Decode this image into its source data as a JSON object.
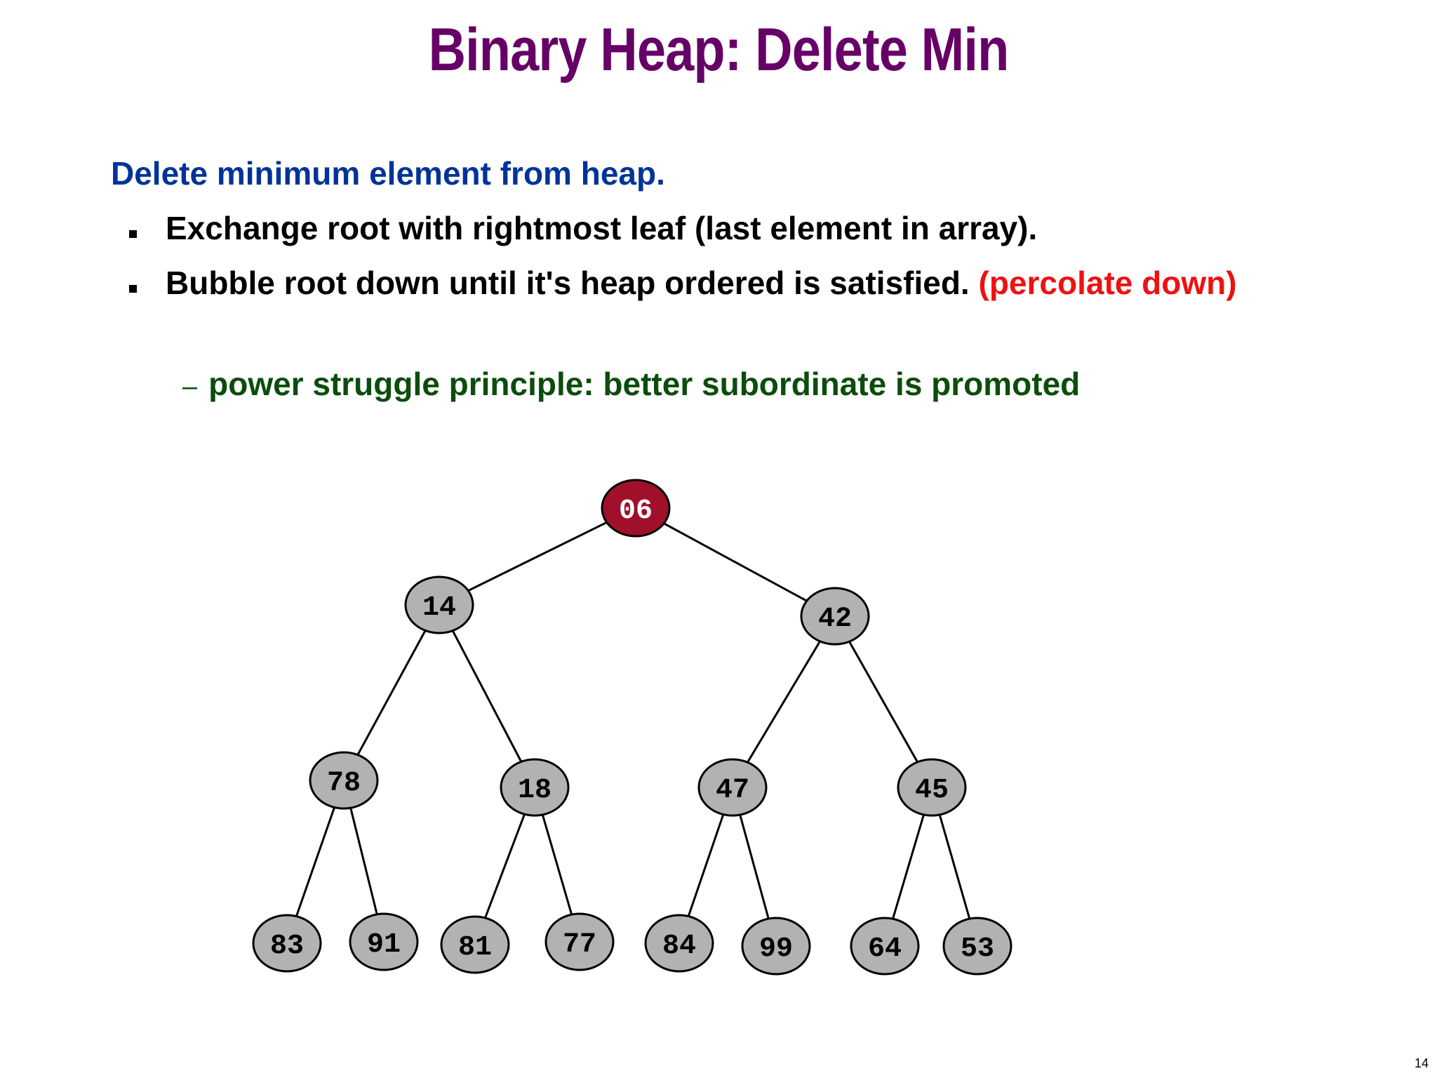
{
  "slide": {
    "title": "Binary Heap:  Delete Min",
    "heading": "Delete minimum element from heap.",
    "bullets": [
      {
        "text": "Exchange root with rightmost leaf  (last element in array).",
        "highlight": ""
      },
      {
        "text": "Bubble root down until it's heap ordered is satisfied. ",
        "highlight": "(percolate down)"
      }
    ],
    "sub_bullet": {
      "marker": "–",
      "text": "power struggle principle:  better subordinate is promoted"
    },
    "page_number": "14"
  },
  "colors": {
    "title": "#660066",
    "heading": "#003399",
    "highlight": "#ee1111",
    "sub_bullet": "#0b4d0b",
    "node_fill": "#b3b1b4",
    "root_fill": "#a0102a",
    "root_text": "#ffffff",
    "node_text": "#000000"
  },
  "heap": {
    "values": [
      "06",
      "14",
      "42",
      "78",
      "18",
      "47",
      "45",
      "83",
      "91",
      "81",
      "77",
      "84",
      "99",
      "64",
      "53"
    ],
    "highlighted_index": 0
  }
}
